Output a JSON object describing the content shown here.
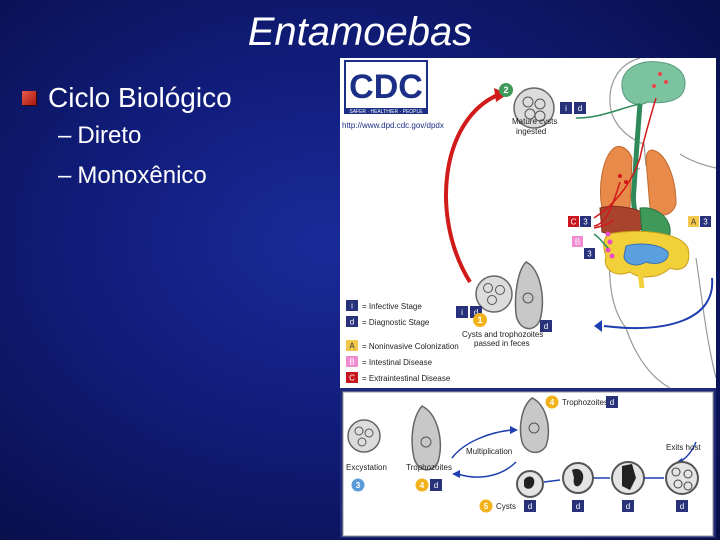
{
  "slide": {
    "title": "Entamoebas",
    "bullet": "Ciclo Biológico",
    "subitems": [
      "Direto",
      "Monoxênico"
    ],
    "dash": "–"
  },
  "figure": {
    "logo_text": "CDC",
    "logo_tagline": "SAFER · HEALTHIER · PEOPLE",
    "url": "http://www.dpd.cdc.gov/dpdx",
    "top": {
      "step2_num": "2",
      "mature_cysts": [
        "Mature cysts",
        "ingested"
      ],
      "cysts_troph": [
        "Cysts and trophozoites",
        "passed in feces"
      ],
      "step1_num": "1",
      "letter_a": "A",
      "letter_b": "B",
      "letter_c": "C",
      "num_3": "3",
      "d_mark": "d",
      "i_mark": "i"
    },
    "legend": [
      {
        "mark": "i",
        "text": "= Infective Stage"
      },
      {
        "mark": "d",
        "text": "= Diagnostic Stage"
      },
      {
        "mark": "A",
        "text": "= Noninvasive Colonization"
      },
      {
        "mark": "B",
        "text": "= Intestinal Disease"
      },
      {
        "mark": "C",
        "text": "= Extraintestinal Disease"
      }
    ],
    "bottom": {
      "excystation": "Excystation",
      "trophozoites_left": "Trophozoites",
      "multiplication": "Multiplication",
      "trophozoites_right": "Trophozoites",
      "exits_host": "Exits host",
      "cysts": "Cysts",
      "num_3": "3",
      "num_4a": "4",
      "num_4b": "4",
      "num_5": "5"
    },
    "colors": {
      "red_arrow": "#d11a1a",
      "blue_arrow": "#1f3fb0",
      "gold": "#f2b21b",
      "navy": "#27327a",
      "legend_a": "#f4c84a",
      "legend_b": "#f08bd0",
      "legend_c": "#c8161e"
    }
  }
}
